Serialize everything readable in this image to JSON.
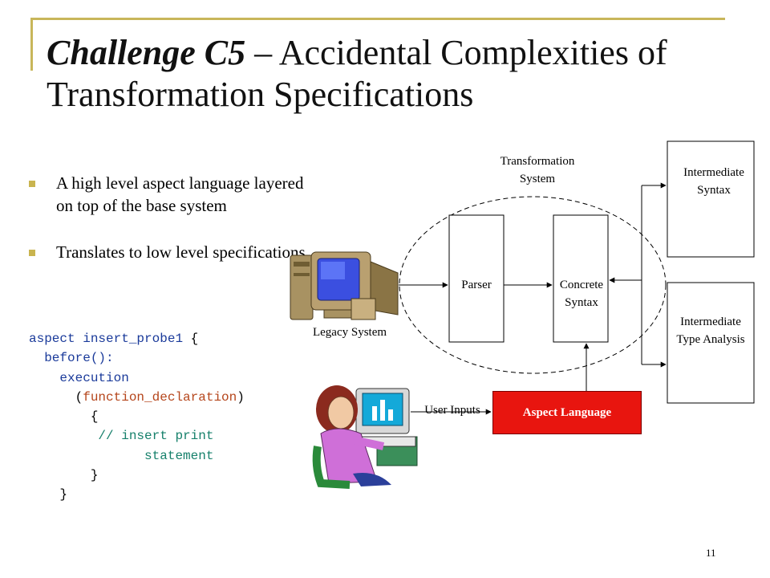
{
  "title": {
    "bold_part": "Challenge C5",
    "rest": " – Accidental Complexities of Transformation Specifications"
  },
  "bullets": [
    "A high level aspect language layered on top of the base system",
    "Translates to low level specifications"
  ],
  "code": {
    "line1_kw": "aspect ",
    "line1_fn": "insert_probe1",
    "line1_rest": " {",
    "line2": "before():",
    "line3": "execution",
    "line4_open": "(",
    "line4_fn": "function_declaration",
    "line4_close": ")",
    "line5": "{",
    "line6": "// insert print",
    "line7": "statement",
    "line8": "}",
    "line9": "}"
  },
  "diagram": {
    "transformation_system": "Transformation System",
    "parser": "Parser",
    "concrete_syntax": "Concrete Syntax",
    "intermediate_syntax": "Intermediate Syntax",
    "intermediate_type_analysis": "Intermediate Type Analysis",
    "legacy_system": "Legacy System",
    "user_inputs": "User Inputs",
    "aspect_language": "Aspect Language"
  },
  "colors": {
    "accent_frame": "#c8b65a",
    "bullet": "#c9b44f",
    "aspect_box": "#e8150f"
  },
  "icons": [
    "computer-icon",
    "person-at-computer-icon"
  ],
  "page_number": "11"
}
